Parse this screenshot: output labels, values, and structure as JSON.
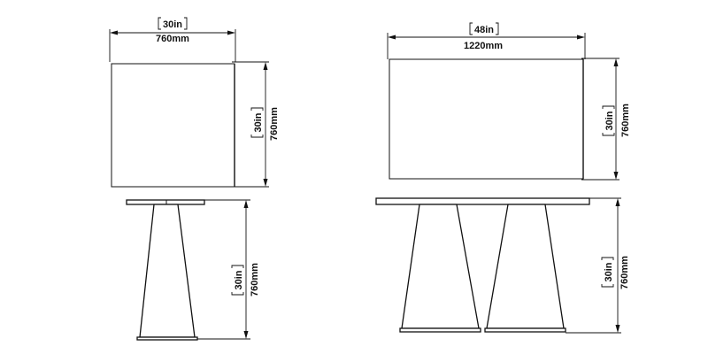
{
  "dimensions": {
    "square_width": {
      "inch": "30in",
      "mm": "760mm"
    },
    "square_depth": {
      "inch": "30in",
      "mm": "760mm"
    },
    "square_height": {
      "inch": "30in",
      "mm": "760mm"
    },
    "rect_width": {
      "inch": "48in",
      "mm": "1220mm"
    },
    "rect_depth": {
      "inch": "30in",
      "mm": "760mm"
    },
    "rect_height": {
      "inch": "30in",
      "mm": "760mm"
    }
  }
}
